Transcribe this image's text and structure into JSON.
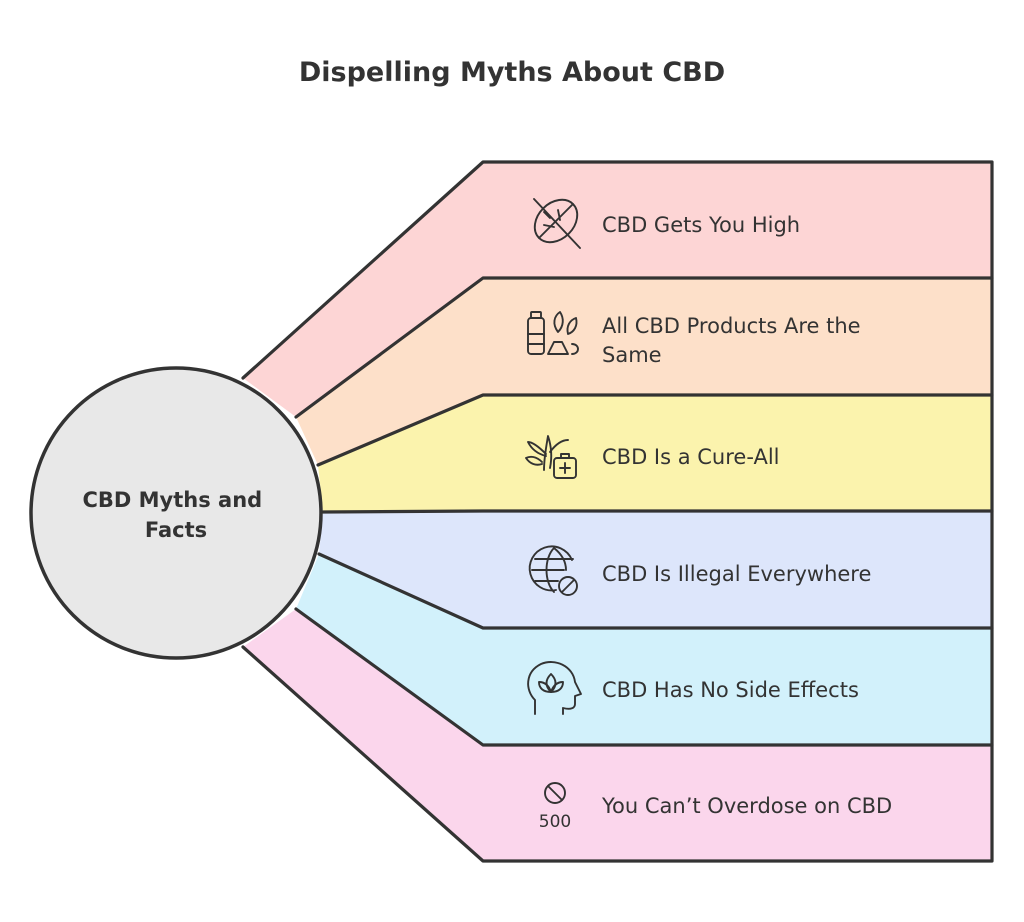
{
  "title": "Dispelling Myths About CBD",
  "center": {
    "lines": [
      "CBD Myths and",
      "Facts"
    ],
    "fill": "#e8e8e8"
  },
  "myths": [
    {
      "lines": [
        "CBD Gets You High"
      ],
      "icon": "no-leaf-icon",
      "color": "#fdd5d5"
    },
    {
      "lines": [
        "All CBD Products Are the",
        "Same"
      ],
      "icon": "products-icon",
      "color": "#fde0c9"
    },
    {
      "lines": [
        "CBD Is a Cure-All"
      ],
      "icon": "leaf-medkit-icon",
      "color": "#fbf3ad"
    },
    {
      "lines": [
        "CBD Is Illegal Everywhere"
      ],
      "icon": "globe-ban-icon",
      "color": "#dde6fb"
    },
    {
      "lines": [
        "CBD Has No Side Effects"
      ],
      "icon": "head-lotus-icon",
      "color": "#d2f1fb"
    },
    {
      "lines": [
        "You Can’t Overdose on CBD"
      ],
      "icon": "no-500-icon",
      "icon_text": "500",
      "color": "#fbd6ec"
    }
  ],
  "colors": {
    "outline": "#333333",
    "text": "#333333"
  }
}
